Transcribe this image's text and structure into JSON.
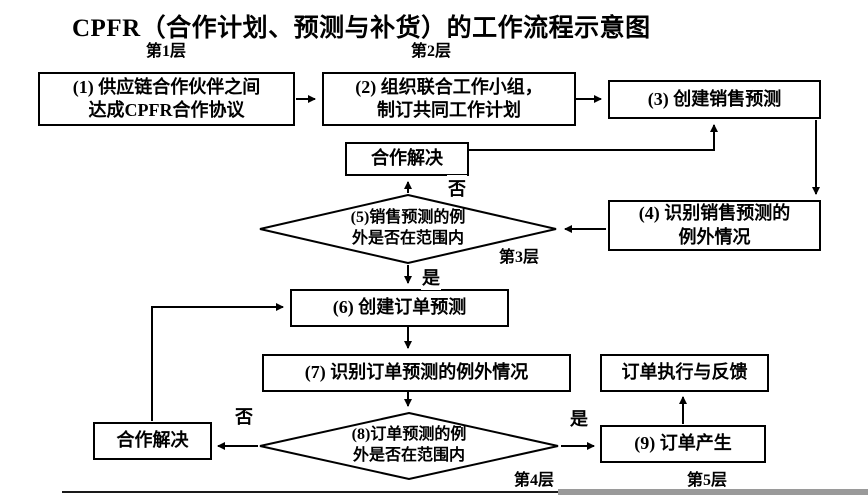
{
  "title": "CPFR（合作计划、预测与补货）的工作流程示意图",
  "layer_labels": {
    "layer1": "第1层",
    "layer2": "第2层",
    "layer3": "第3层",
    "layer4": "第4层",
    "layer5": "第5层"
  },
  "nodes": {
    "step1": "(1) 供应链合作伙伴之间\n达成CPFR合作协议",
    "step2": "(2) 组织联合工作小组，\n制订共同工作计划",
    "step3": "(3) 创建销售预测",
    "step4": "(4) 识别销售预测的\n例外情况",
    "decision5": "(5)销售预测的例\n外是否在范围内",
    "resolve_top": "合作解决",
    "step6": "(6) 创建订单预测",
    "step7": "(7) 识别订单预测的例外情况",
    "decision8": "(8)订单预测的例\n外是否在范围内",
    "resolve_bottom": "合作解决",
    "step9": "(9) 订单产生",
    "order_execution": "订单执行与反馈"
  },
  "edge_labels": {
    "no_top": "否",
    "yes_mid": "是",
    "no_bottom": "否",
    "yes_bottom": "是"
  },
  "colors": {
    "line": "#000000",
    "box_border": "#000000",
    "background": "#ffffff"
  }
}
